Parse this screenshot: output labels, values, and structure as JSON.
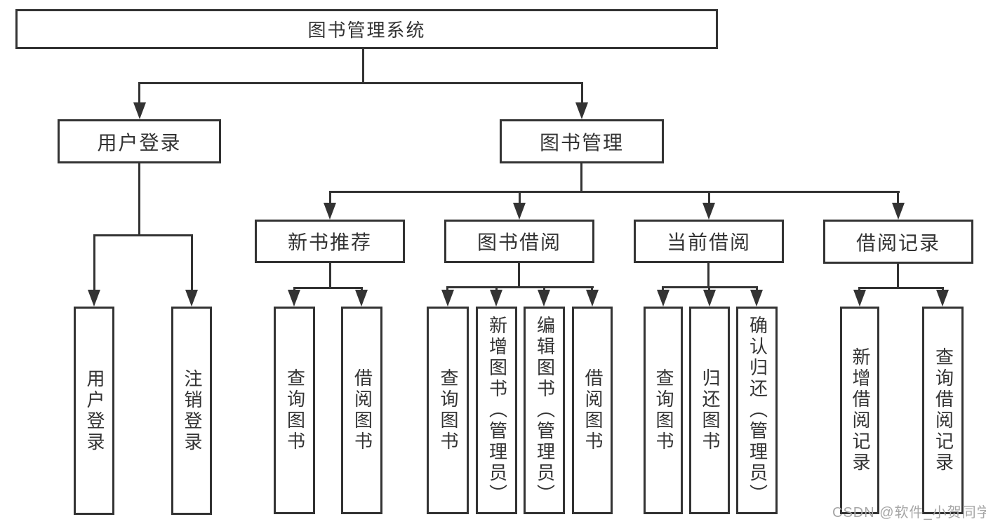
{
  "tree": {
    "label": "图书管理系统",
    "children": [
      {
        "label": "用户登录",
        "children": [
          {
            "label": "用户登录"
          },
          {
            "label": "注销登录"
          }
        ]
      },
      {
        "label": "图书管理",
        "children": [
          {
            "label": "新书推荐",
            "children": [
              {
                "label": "查询图书"
              },
              {
                "label": "借阅图书"
              }
            ]
          },
          {
            "label": "图书借阅",
            "children": [
              {
                "label": "查询图书"
              },
              {
                "label": "新增图书（管理员）"
              },
              {
                "label": "编辑图书（管理员）"
              },
              {
                "label": "借阅图书"
              }
            ]
          },
          {
            "label": "当前借阅",
            "children": [
              {
                "label": "查询图书"
              },
              {
                "label": "归还图书"
              },
              {
                "label": "确认归还（管理员）"
              }
            ]
          },
          {
            "label": "借阅记录",
            "children": [
              {
                "label": "新增借阅记录"
              },
              {
                "label": "查询借阅记录"
              }
            ]
          }
        ]
      }
    ]
  },
  "watermark": {
    "text": "CSDN @软件_小贺同学",
    "color": "#a6a6a6"
  },
  "colors": {
    "line": "#333333",
    "box_border": "#333333",
    "text": "#333333",
    "background": "#ffffff"
  }
}
